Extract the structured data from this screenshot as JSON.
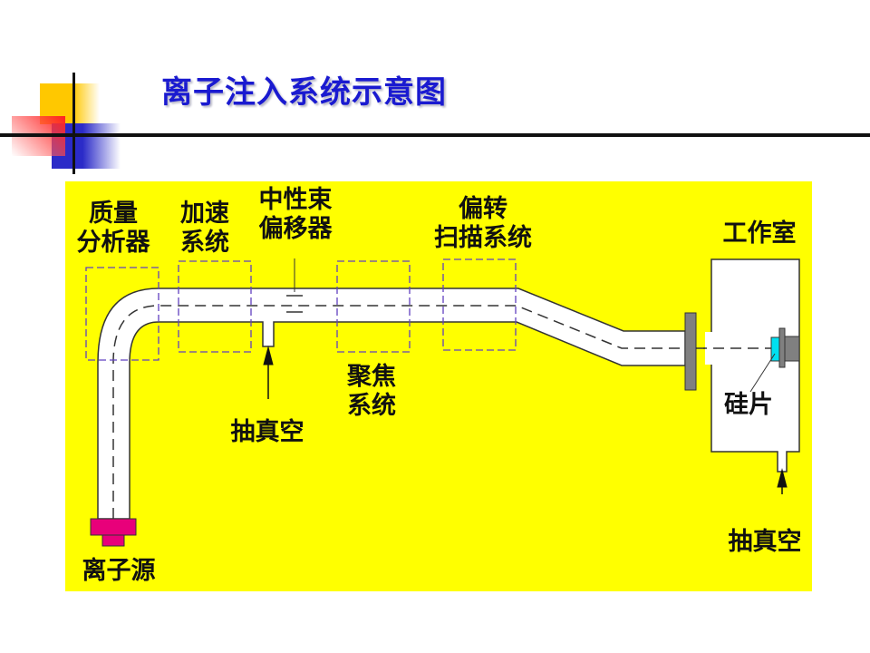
{
  "title": "离子注入系统示意图",
  "labels": {
    "mass_analyzer": [
      "质量",
      "分析器"
    ],
    "accelerator": [
      "加速",
      "系统"
    ],
    "neutral_deflector": [
      "中性束",
      "偏移器"
    ],
    "scan": [
      "偏转",
      "扫描系统"
    ],
    "chamber": "工作室",
    "focus": [
      "聚焦",
      "系统"
    ],
    "vacuum_pipe": "抽真空",
    "wafer": "硅片",
    "vacuum_chamber": "抽真空",
    "ion_source": "离子源"
  },
  "colors": {
    "background": "#ffff00",
    "title": "#1a1ad0",
    "source": "#e8007a",
    "wafer": "#00e0f0",
    "flange": "#808080"
  }
}
